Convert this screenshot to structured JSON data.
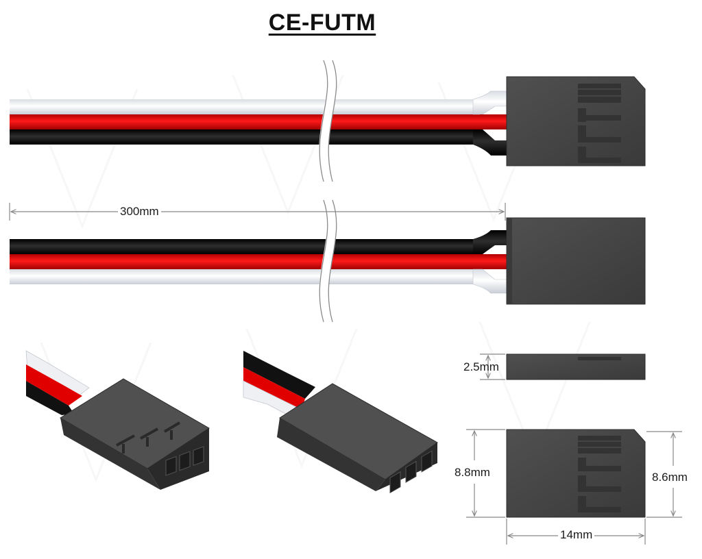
{
  "title": "CE-FUTM",
  "dimensions": {
    "cable_length": "300mm",
    "height_top": "2.5mm",
    "height_left": "8.8mm",
    "height_right": "8.6mm",
    "width": "14mm"
  },
  "colors": {
    "wire_white": "#eceff3",
    "wire_red": "#e00000",
    "wire_black": "#111111",
    "housing": "#454545",
    "housing_dark": "#2c2c2c",
    "dimension_line": "#888888"
  }
}
